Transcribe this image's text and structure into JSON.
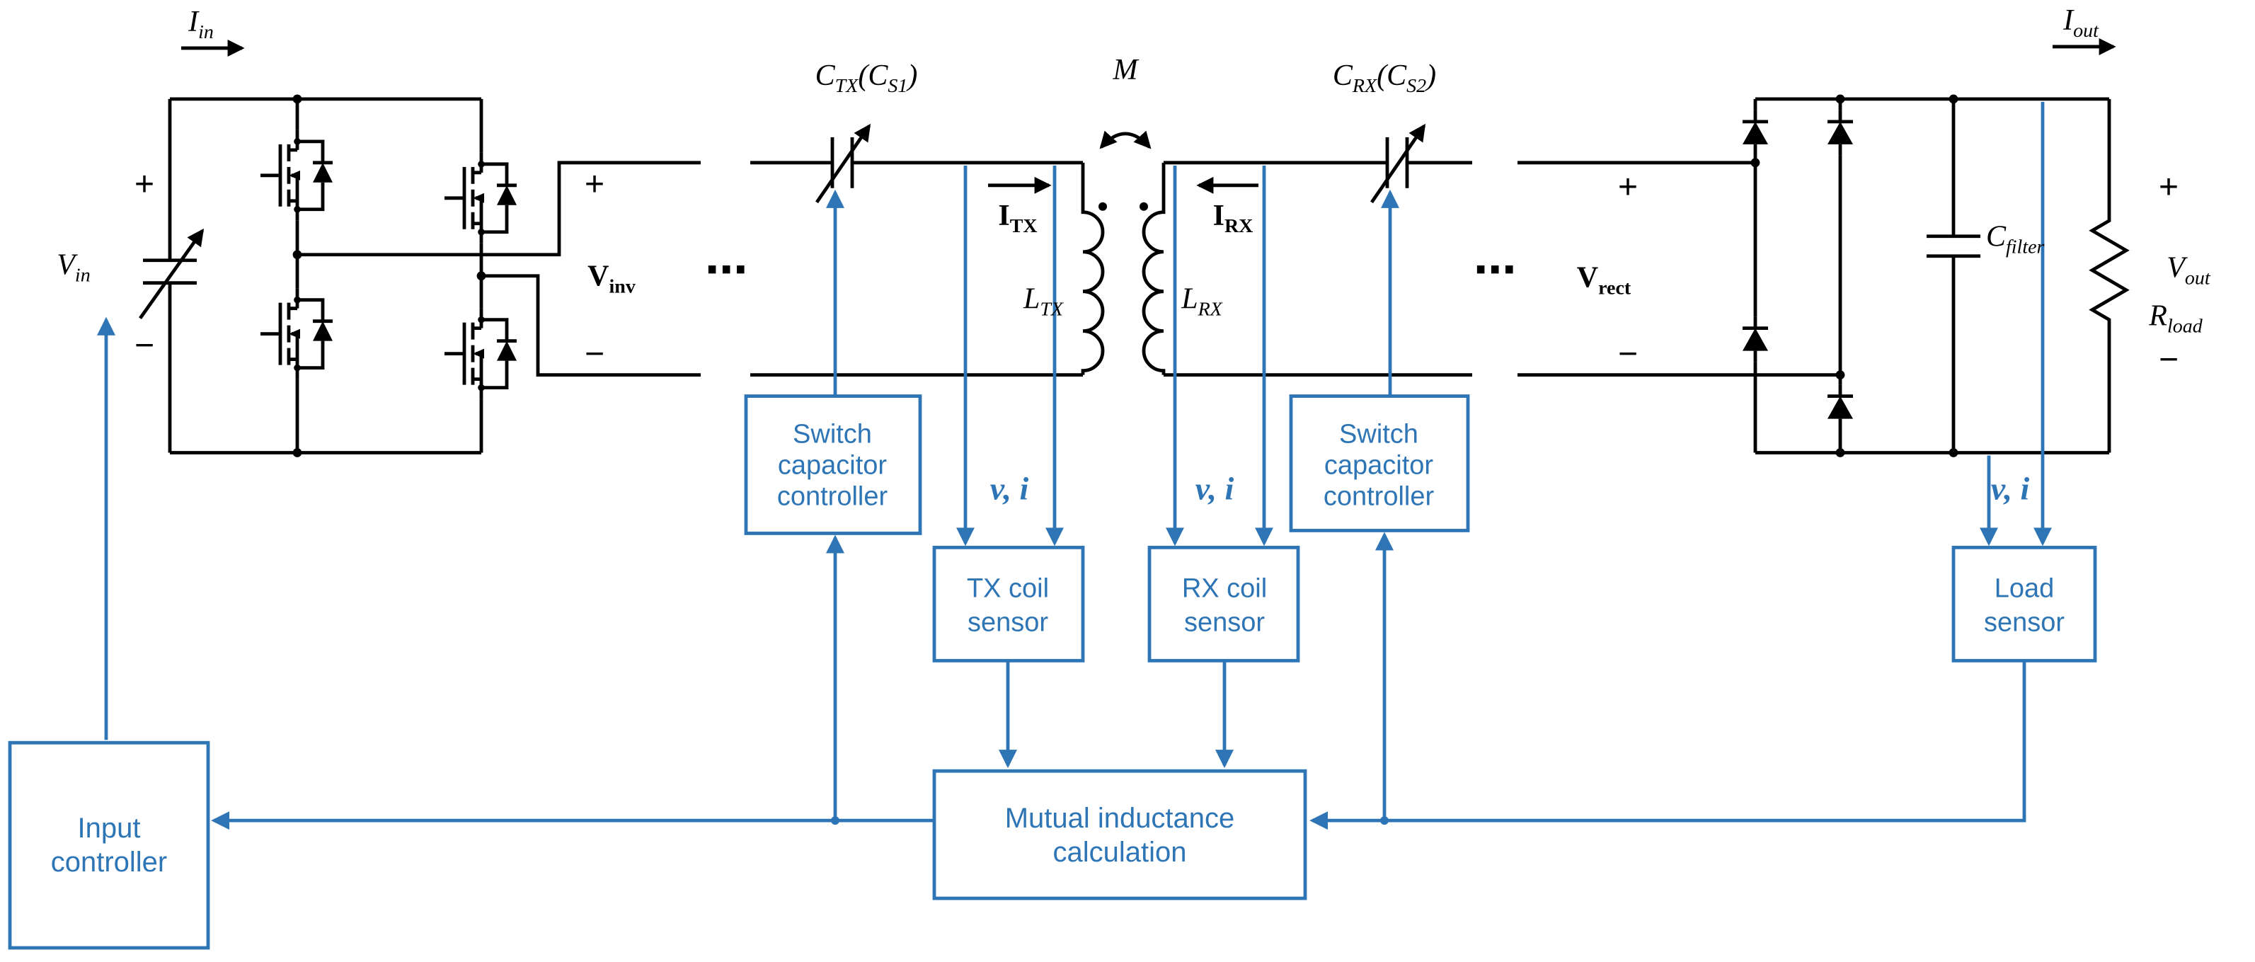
{
  "figure": {
    "colors": {
      "accent": "#2E75B6",
      "wire": "#000000",
      "background": "#FFFFFF"
    },
    "labels": {
      "i_in": {
        "base": "I",
        "sub": "in"
      },
      "v_in": {
        "base": "V",
        "sub": "in"
      },
      "v_inv": {
        "base": "V",
        "sub": "inv"
      },
      "c_tx": {
        "base": "C",
        "sub": "TX",
        "paren_open": "(",
        "base2": "C",
        "sub2": "S1",
        "paren_close": ")"
      },
      "i_tx": {
        "base": "I",
        "sub": "TX"
      },
      "l_tx": {
        "base": "L",
        "sub": "TX"
      },
      "mutual": "M",
      "l_rx": {
        "base": "L",
        "sub": "RX"
      },
      "i_rx": {
        "base": "I",
        "sub": "RX"
      },
      "c_rx": {
        "base": "C",
        "sub": "RX",
        "paren_open": "(",
        "base2": "C",
        "sub2": "S2",
        "paren_close": ")"
      },
      "v_rect": {
        "base": "V",
        "sub": "rect"
      },
      "c_filter": {
        "base": "C",
        "sub": "filter"
      },
      "i_out": {
        "base": "I",
        "sub": "out"
      },
      "v_out": {
        "base": "V",
        "sub": "out"
      },
      "r_load": {
        "base": "R",
        "sub": "load"
      },
      "plus": "+",
      "minus": "−",
      "ellipsis": "⋯",
      "vi": "v, i"
    },
    "blocks": {
      "switch_cap_controller_tx": {
        "lines": [
          "Switch",
          "capacitor",
          "controller"
        ]
      },
      "tx_coil_sensor": {
        "lines": [
          "TX coil",
          "sensor"
        ]
      },
      "rx_coil_sensor": {
        "lines": [
          "RX coil",
          "sensor"
        ]
      },
      "switch_cap_controller_rx": {
        "lines": [
          "Switch",
          "capacitor",
          "controller"
        ]
      },
      "load_sensor": {
        "lines": [
          "Load",
          "sensor"
        ]
      },
      "mutual_inductance_calc": {
        "lines": [
          "Mutual inductance",
          "calculation"
        ]
      },
      "input_controller": {
        "lines": [
          "Input",
          "controller"
        ]
      }
    }
  }
}
